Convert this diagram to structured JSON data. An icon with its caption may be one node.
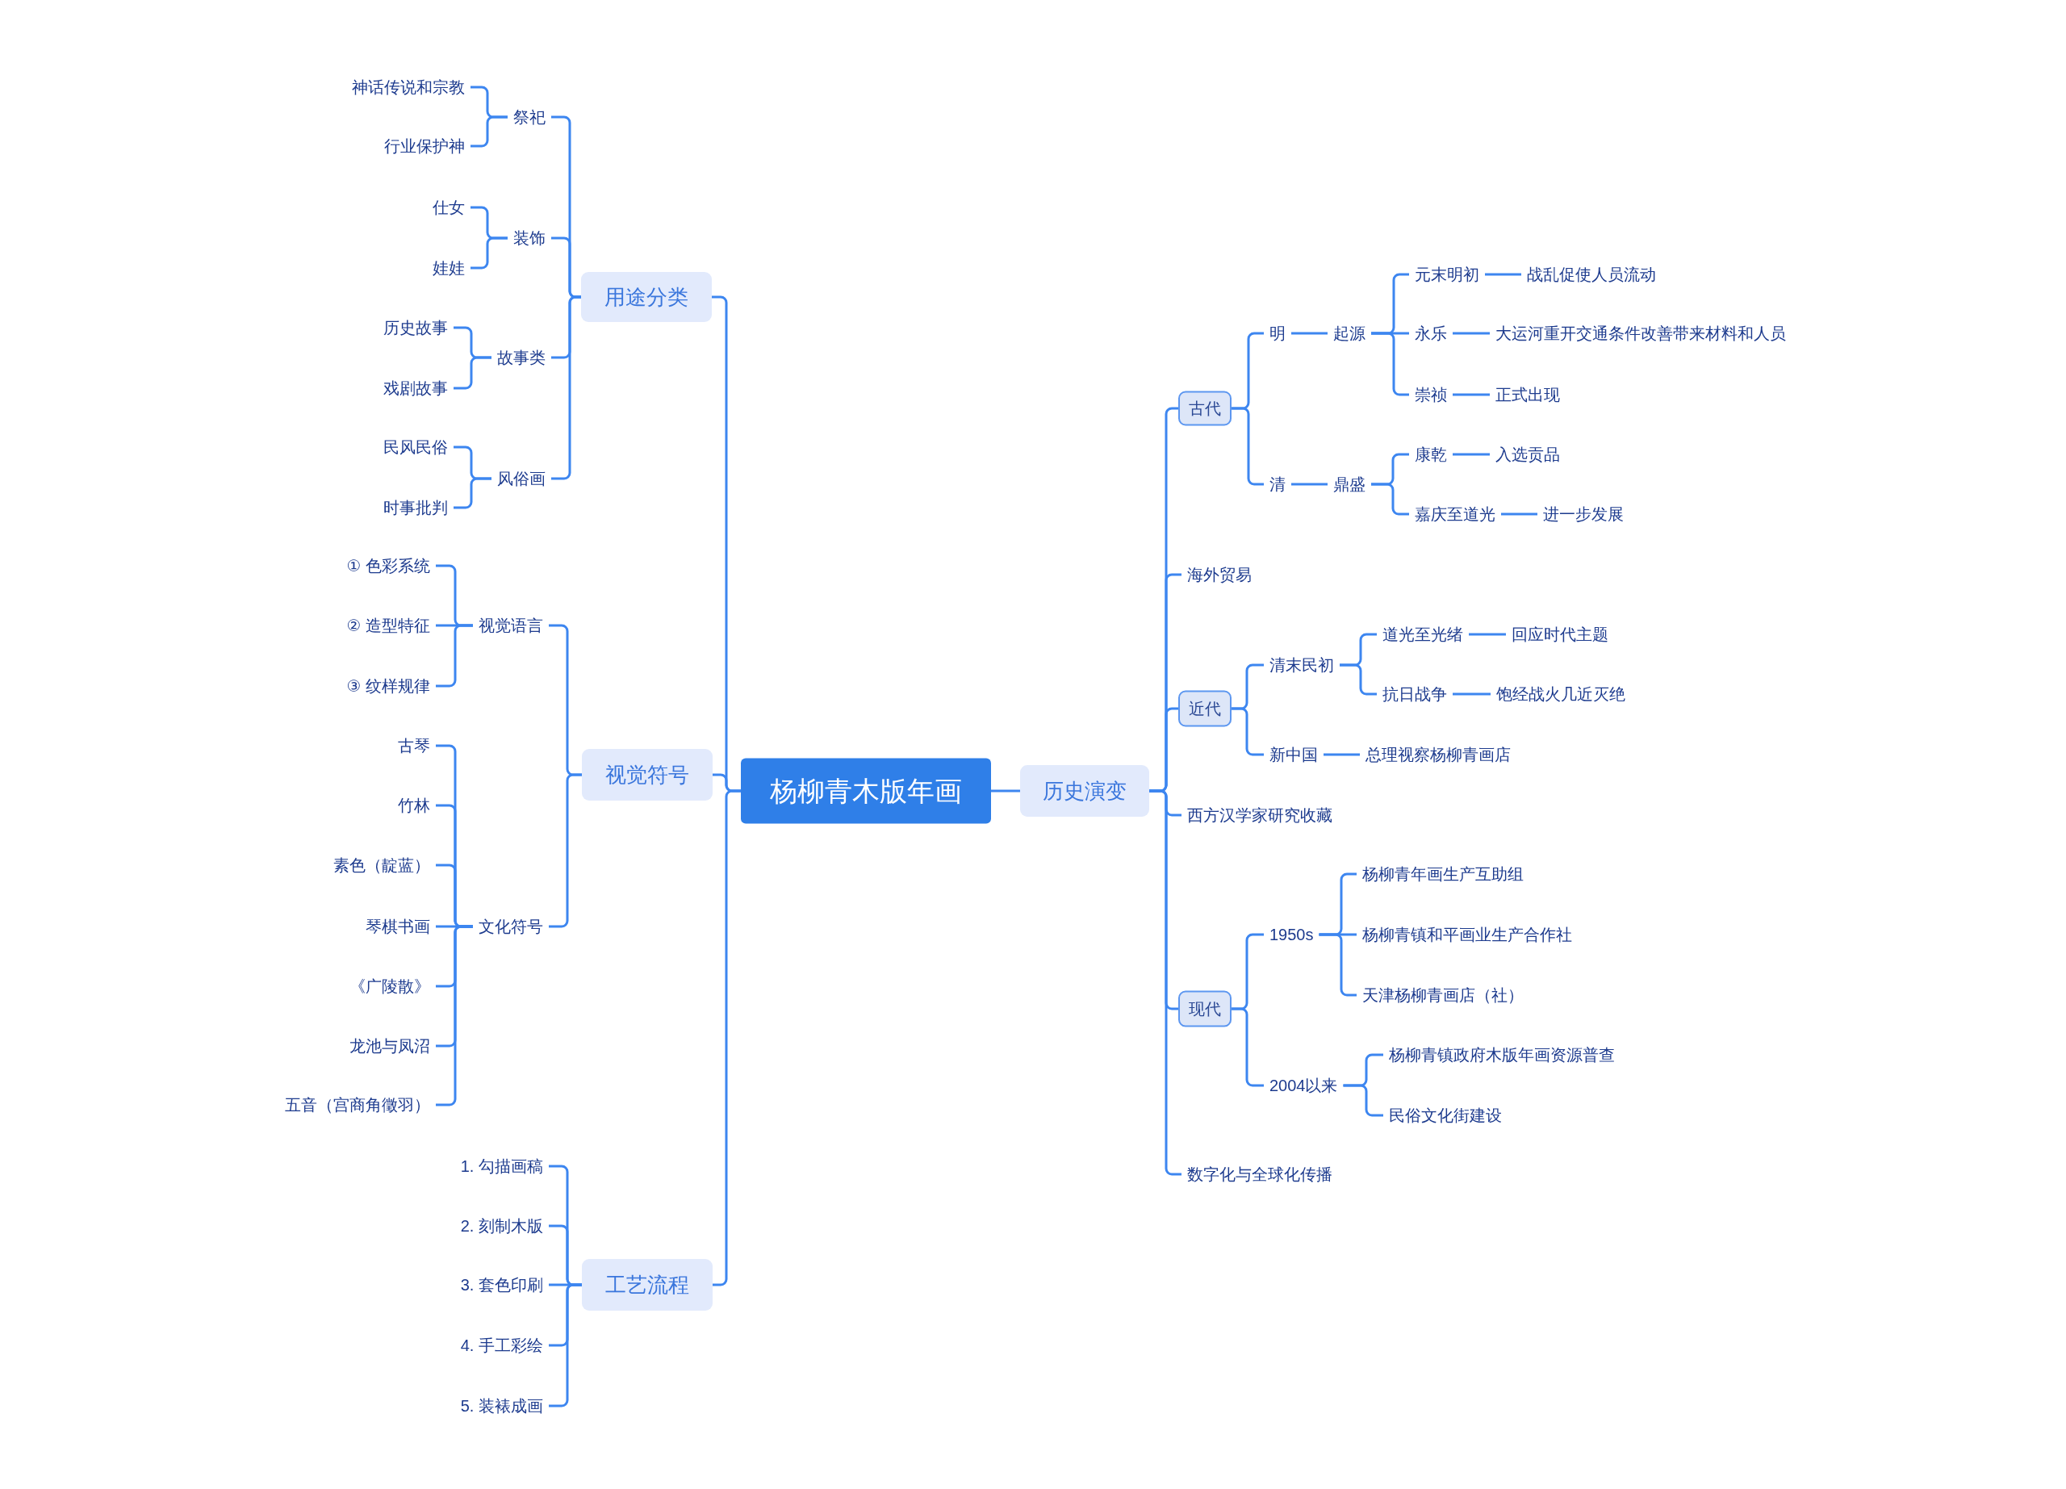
{
  "diagram": {
    "nodes": [
      {
        "text": [
          "杨柳青木版年画"
        ]
      },
      {
        "text": [
          "用途分类"
        ]
      },
      {
        "text": [
          "祭祀"
        ]
      },
      {
        "text": [
          "神话传说和宗教"
        ]
      },
      {
        "text": [
          "行业保护神"
        ]
      },
      {
        "text": [
          "装饰"
        ]
      },
      {
        "text": [
          "仕女"
        ]
      },
      {
        "text": [
          "娃娃"
        ]
      },
      {
        "text": [
          "故事类"
        ]
      },
      {
        "text": [
          "历史故事"
        ]
      },
      {
        "text": [
          "戏剧故事"
        ]
      },
      {
        "text": [
          "风俗画"
        ]
      },
      {
        "text": [
          "民风民俗"
        ]
      },
      {
        "text": [
          "时事批判"
        ]
      },
      {
        "text": [
          "视觉符号"
        ]
      },
      {
        "text": [
          "视觉语言"
        ]
      },
      {
        "text": [
          "① 色彩系统"
        ]
      },
      {
        "text": [
          "② 造型特征"
        ]
      },
      {
        "text": [
          "③ 纹样规律"
        ]
      },
      {
        "text": [
          "文化符号"
        ]
      },
      {
        "text": [
          "古琴"
        ]
      },
      {
        "text": [
          "竹林"
        ]
      },
      {
        "text": [
          "素色（靛蓝）"
        ]
      },
      {
        "text": [
          "琴棋书画"
        ]
      },
      {
        "text": [
          "《广陵散》"
        ]
      },
      {
        "text": [
          "龙池与凤沼"
        ]
      },
      {
        "text": [
          "五音（宫商角徵羽）"
        ]
      },
      {
        "text": [
          "工艺流程"
        ]
      },
      {
        "text": [
          "1. 勾描画稿"
        ]
      },
      {
        "text": [
          "2. 刻制木版"
        ]
      },
      {
        "text": [
          "3. 套色印刷"
        ]
      },
      {
        "text": [
          "4. 手工彩绘"
        ]
      },
      {
        "text": [
          "5. 装裱成画"
        ]
      },
      {
        "text": [
          "历史演变"
        ]
      },
      {
        "text": [
          "古代"
        ]
      },
      {
        "text": [
          "明"
        ]
      },
      {
        "text": [
          "起源"
        ]
      },
      {
        "text": [
          "元末明初"
        ]
      },
      {
        "text": [
          "战乱促使人员流动"
        ]
      },
      {
        "text": [
          "永乐"
        ]
      },
      {
        "text": [
          "大运河重开交通条件改善带来材料和人员"
        ]
      },
      {
        "text": [
          "崇祯"
        ]
      },
      {
        "text": [
          "正式出现"
        ]
      },
      {
        "text": [
          "清"
        ]
      },
      {
        "text": [
          "鼎盛"
        ]
      },
      {
        "text": [
          "康乾"
        ]
      },
      {
        "text": [
          "入选贡品"
        ]
      },
      {
        "text": [
          "嘉庆至道光"
        ]
      },
      {
        "text": [
          "进一步发展"
        ]
      },
      {
        "text": [
          "海外贸易"
        ]
      },
      {
        "text": [
          "近代"
        ]
      },
      {
        "text": [
          "清末民初"
        ]
      },
      {
        "text": [
          "道光至光绪"
        ]
      },
      {
        "text": [
          "回应时代主题"
        ]
      },
      {
        "text": [
          "抗日战争"
        ]
      },
      {
        "text": [
          "饱经战火几近灭绝"
        ]
      },
      {
        "text": [
          "新中国"
        ]
      },
      {
        "text": [
          "总理视察杨柳青画店"
        ]
      },
      {
        "text": [
          "西方汉学家研究收藏"
        ]
      },
      {
        "text": [
          "现代"
        ]
      },
      {
        "text": [
          "1950s"
        ]
      },
      {
        "text": [
          "杨柳青年画生产互助组"
        ]
      },
      {
        "text": [
          "杨柳青镇和平画业生产合作社"
        ]
      },
      {
        "text": [
          "天津杨柳青画店（社）"
        ]
      },
      {
        "text": [
          "2004以来"
        ]
      },
      {
        "text": [
          "杨柳青镇政府木版年画资源普查"
        ]
      },
      {
        "text": [
          "民俗文化街建设"
        ]
      },
      {
        "text": [
          "数字化与全球化传播"
        ]
      }
    ],
    "edges": [
      {
        "from": 0,
        "to": 1,
        "arrow": "none"
      },
      {
        "from": 1,
        "to": 2,
        "arrow": "none"
      },
      {
        "from": 2,
        "to": 3,
        "arrow": "none"
      },
      {
        "from": 2,
        "to": 4,
        "arrow": "none"
      },
      {
        "from": 1,
        "to": 5,
        "arrow": "none"
      },
      {
        "from": 5,
        "to": 6,
        "arrow": "none"
      },
      {
        "from": 5,
        "to": 7,
        "arrow": "none"
      },
      {
        "from": 1,
        "to": 8,
        "arrow": "none"
      },
      {
        "from": 8,
        "to": 9,
        "arrow": "none"
      },
      {
        "from": 8,
        "to": 10,
        "arrow": "none"
      },
      {
        "from": 1,
        "to": 11,
        "arrow": "none"
      },
      {
        "from": 11,
        "to": 12,
        "arrow": "none"
      },
      {
        "from": 11,
        "to": 13,
        "arrow": "none"
      },
      {
        "from": 0,
        "to": 14,
        "arrow": "none"
      },
      {
        "from": 14,
        "to": 15,
        "arrow": "none"
      },
      {
        "from": 15,
        "to": 16,
        "arrow": "none"
      },
      {
        "from": 15,
        "to": 17,
        "arrow": "none"
      },
      {
        "from": 15,
        "to": 18,
        "arrow": "none"
      },
      {
        "from": 14,
        "to": 19,
        "arrow": "none"
      },
      {
        "from": 19,
        "to": 20,
        "arrow": "none"
      },
      {
        "from": 19,
        "to": 21,
        "arrow": "none"
      },
      {
        "from": 19,
        "to": 22,
        "arrow": "none"
      },
      {
        "from": 19,
        "to": 23,
        "arrow": "none"
      },
      {
        "from": 19,
        "to": 24,
        "arrow": "none"
      },
      {
        "from": 19,
        "to": 25,
        "arrow": "none"
      },
      {
        "from": 19,
        "to": 26,
        "arrow": "none"
      },
      {
        "from": 0,
        "to": 27,
        "arrow": "none"
      },
      {
        "from": 27,
        "to": 28,
        "arrow": "none"
      },
      {
        "from": 27,
        "to": 29,
        "arrow": "none"
      },
      {
        "from": 27,
        "to": 30,
        "arrow": "none"
      },
      {
        "from": 27,
        "to": 31,
        "arrow": "none"
      },
      {
        "from": 27,
        "to": 32,
        "arrow": "none"
      },
      {
        "from": 0,
        "to": 33,
        "arrow": "none"
      },
      {
        "from": 33,
        "to": 34,
        "arrow": "none"
      },
      {
        "from": 34,
        "to": 35,
        "arrow": "none"
      },
      {
        "from": 35,
        "to": 36,
        "arrow": "none"
      },
      {
        "from": 36,
        "to": 37,
        "arrow": "none"
      },
      {
        "from": 37,
        "to": 38,
        "arrow": "none"
      },
      {
        "from": 36,
        "to": 39,
        "arrow": "none"
      },
      {
        "from": 39,
        "to": 40,
        "arrow": "none"
      },
      {
        "from": 36,
        "to": 41,
        "arrow": "none"
      },
      {
        "from": 41,
        "to": 42,
        "arrow": "none"
      },
      {
        "from": 34,
        "to": 43,
        "arrow": "none"
      },
      {
        "from": 43,
        "to": 44,
        "arrow": "none"
      },
      {
        "from": 44,
        "to": 45,
        "arrow": "none"
      },
      {
        "from": 45,
        "to": 46,
        "arrow": "none"
      },
      {
        "from": 44,
        "to": 47,
        "arrow": "none"
      },
      {
        "from": 47,
        "to": 48,
        "arrow": "none"
      },
      {
        "from": 33,
        "to": 49,
        "arrow": "none"
      },
      {
        "from": 33,
        "to": 50,
        "arrow": "none"
      },
      {
        "from": 50,
        "to": 51,
        "arrow": "none"
      },
      {
        "from": 51,
        "to": 52,
        "arrow": "none"
      },
      {
        "from": 52,
        "to": 53,
        "arrow": "none"
      },
      {
        "from": 51,
        "to": 54,
        "arrow": "none"
      },
      {
        "from": 54,
        "to": 55,
        "arrow": "none"
      },
      {
        "from": 50,
        "to": 56,
        "arrow": "none"
      },
      {
        "from": 56,
        "to": 57,
        "arrow": "none"
      },
      {
        "from": 33,
        "to": 58,
        "arrow": "none"
      },
      {
        "from": 33,
        "to": 59,
        "arrow": "none"
      },
      {
        "from": 59,
        "to": 60,
        "arrow": "none"
      },
      {
        "from": 60,
        "to": 61,
        "arrow": "none"
      },
      {
        "from": 60,
        "to": 62,
        "arrow": "none"
      },
      {
        "from": 60,
        "to": 63,
        "arrow": "none"
      },
      {
        "from": 59,
        "to": 64,
        "arrow": "none"
      },
      {
        "from": 64,
        "to": 65,
        "arrow": "none"
      },
      {
        "from": 64,
        "to": 66,
        "arrow": "none"
      },
      {
        "from": 33,
        "to": 67,
        "arrow": "none"
      }
    ]
  }
}
